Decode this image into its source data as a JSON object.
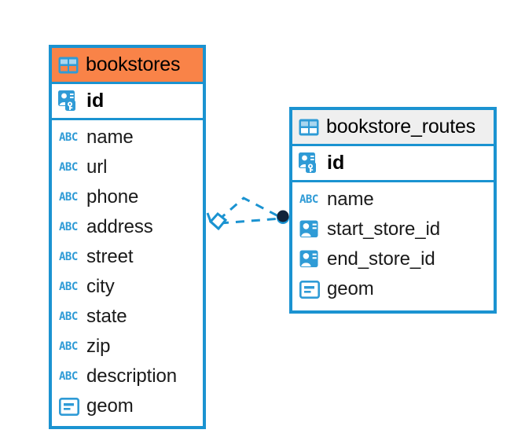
{
  "diagram": {
    "type": "entity-relationship-diagram",
    "background": "#ffffff",
    "accent_color": "#1b93d1",
    "selected_color": "#f98348",
    "header_color": "#efefef"
  },
  "entities": [
    {
      "name": "bookstores",
      "selected": true,
      "icon": "table-icon",
      "primary_key": {
        "name": "id",
        "icon": "key-icon"
      },
      "fields": [
        {
          "name": "name",
          "icon": "abc-icon",
          "icon_text": "ABC"
        },
        {
          "name": "url",
          "icon": "abc-icon",
          "icon_text": "ABC"
        },
        {
          "name": "phone",
          "icon": "abc-icon",
          "icon_text": "ABC"
        },
        {
          "name": "address",
          "icon": "abc-icon",
          "icon_text": "ABC"
        },
        {
          "name": "street",
          "icon": "abc-icon",
          "icon_text": "ABC"
        },
        {
          "name": "city",
          "icon": "abc-icon",
          "icon_text": "ABC"
        },
        {
          "name": "state",
          "icon": "abc-icon",
          "icon_text": "ABC"
        },
        {
          "name": "zip",
          "icon": "abc-icon",
          "icon_text": "ABC"
        },
        {
          "name": "description",
          "icon": "abc-icon",
          "icon_text": "ABC"
        },
        {
          "name": "geom",
          "icon": "geom-icon",
          "icon_text": ""
        }
      ]
    },
    {
      "name": "bookstore_routes",
      "selected": false,
      "icon": "table-icon",
      "primary_key": {
        "name": "id",
        "icon": "key-icon"
      },
      "fields": [
        {
          "name": "name",
          "icon": "abc-icon",
          "icon_text": "ABC"
        },
        {
          "name": "start_store_id",
          "icon": "fk-icon",
          "icon_text": ""
        },
        {
          "name": "end_store_id",
          "icon": "fk-icon",
          "icon_text": ""
        },
        {
          "name": "geom",
          "icon": "geom-icon",
          "icon_text": ""
        }
      ]
    }
  ],
  "relationship": {
    "from": "bookstores",
    "to": "bookstore_routes",
    "style": "dashed",
    "color": "#1b93d1",
    "source_marker": "diamond",
    "target_marker": "filled-circle"
  }
}
